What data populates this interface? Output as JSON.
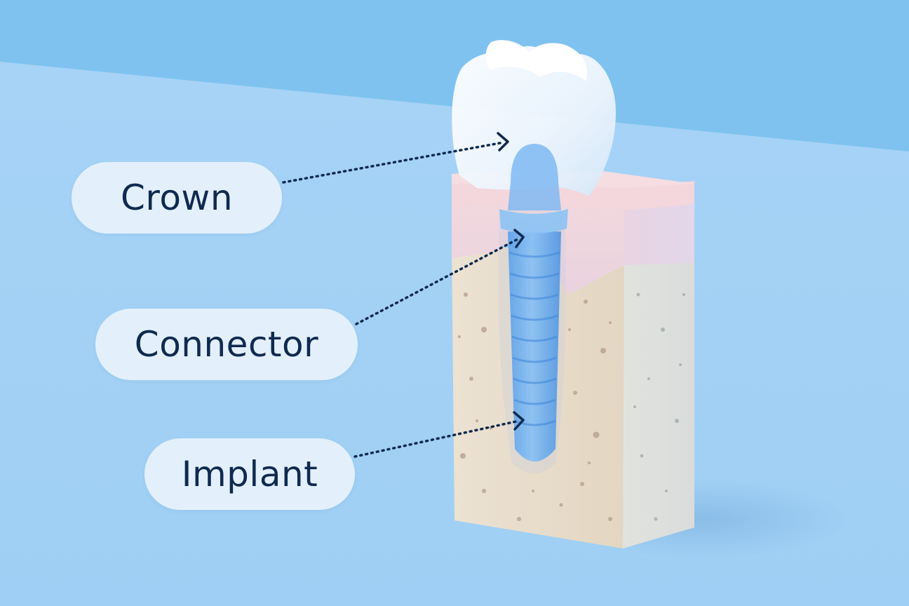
{
  "labels": {
    "crown": "Crown",
    "connector": "Connector",
    "implant": "Implant"
  },
  "colors": {
    "background_light": "#a7d3f6",
    "background_dark": "#7fc2ef",
    "label_fill": "#e3f0fb",
    "label_text": "#0f2a4f",
    "pointer_line": "#0f2a4f",
    "gum": "#f0d6dc",
    "bone": "#eadfcd",
    "implant": "#6eaef0"
  }
}
